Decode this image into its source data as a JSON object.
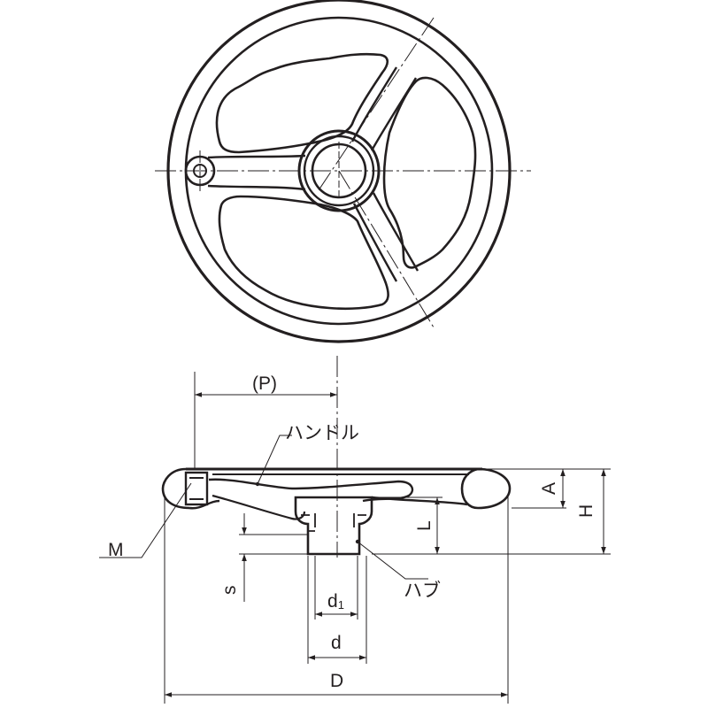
{
  "labels": {
    "p": "(P)",
    "handle": "ハンドル",
    "m": "M",
    "hub": "ハブ",
    "a": "A",
    "h": "H",
    "l": "L",
    "s": "s",
    "d1_main": "d",
    "d1_sub": "1",
    "d": "d",
    "big_d": "D"
  },
  "colors": {
    "ink": "#231f20",
    "background": "#ffffff"
  }
}
